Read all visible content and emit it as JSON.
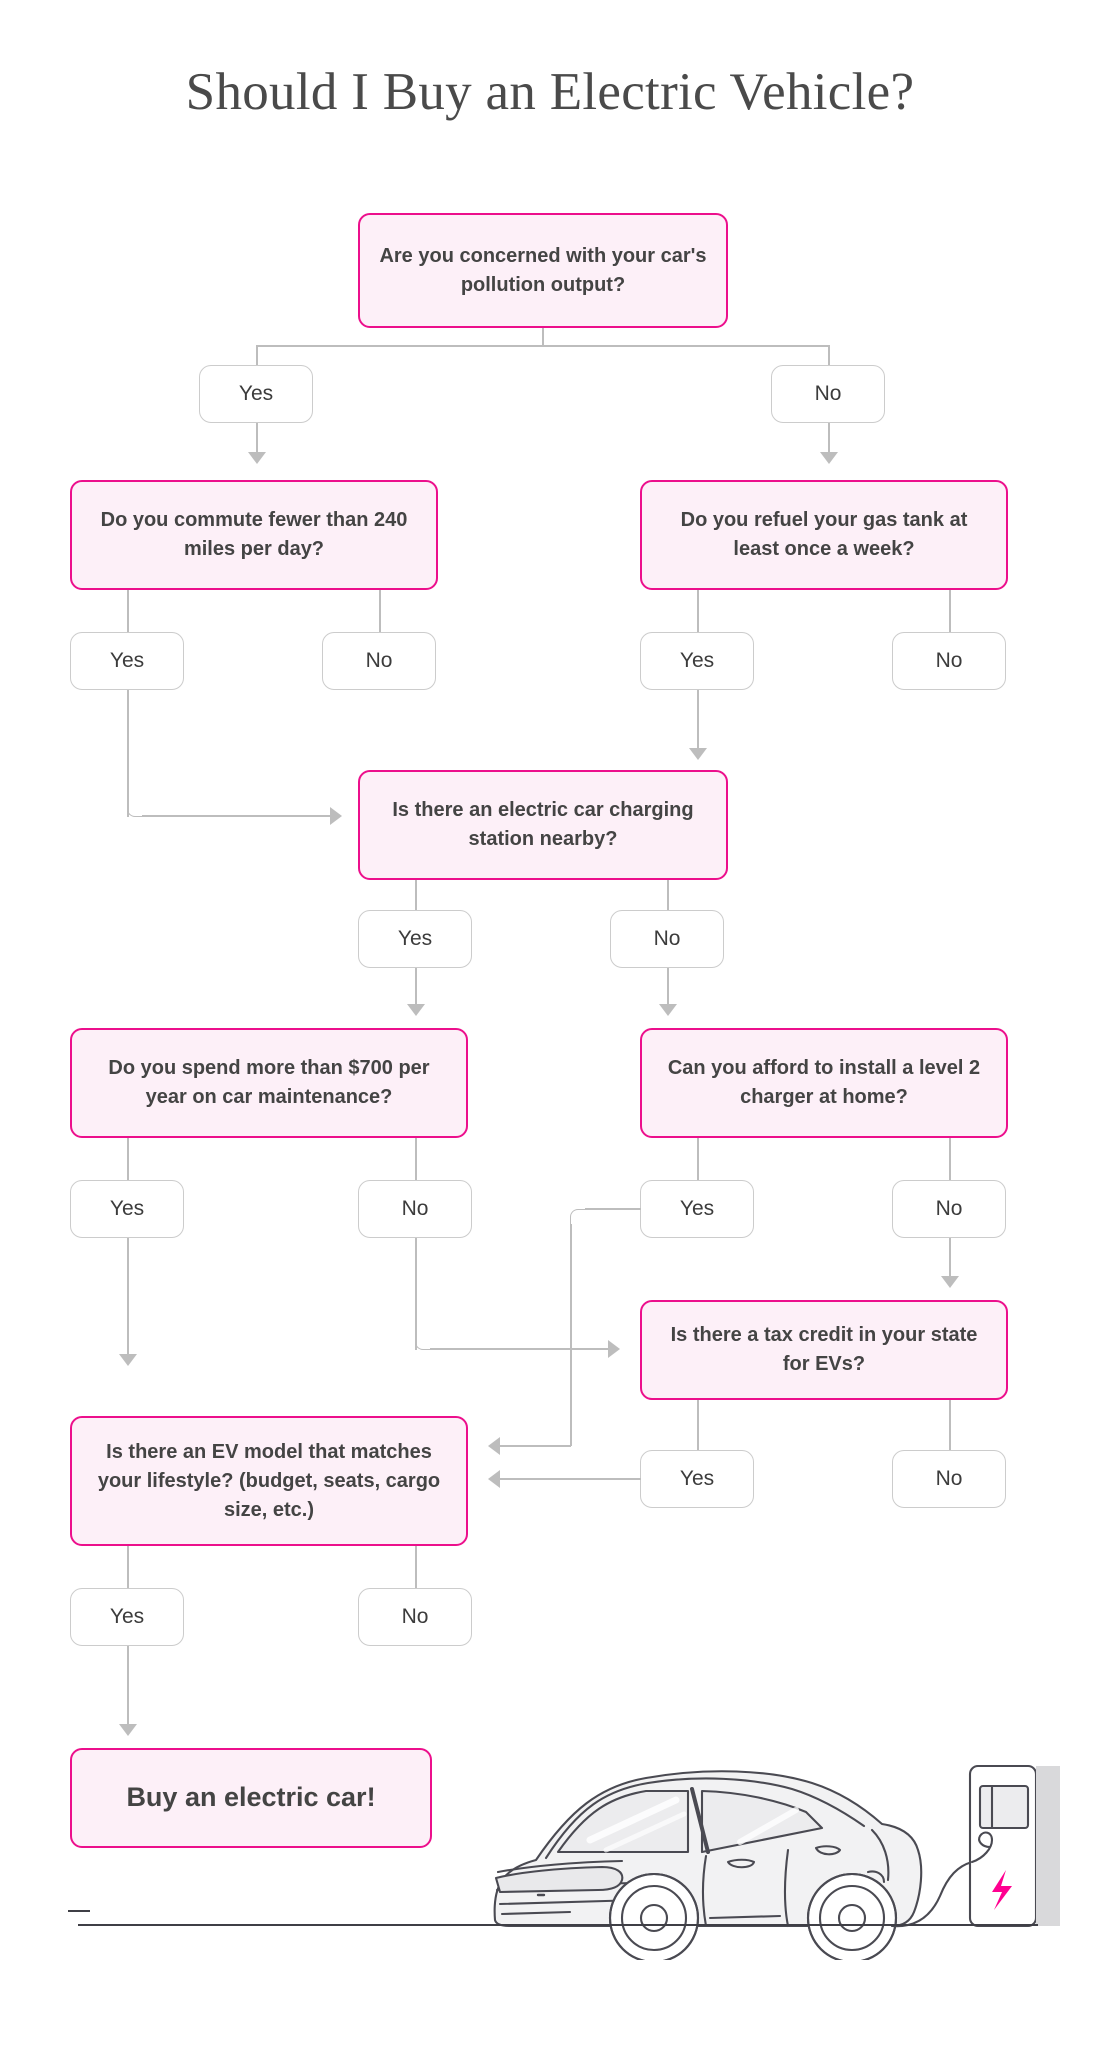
{
  "title": "Should I Buy an Electric Vehicle?",
  "colors": {
    "question_border": "#ec0f8c",
    "question_fill": "#fdf0f8",
    "answer_border": "#cccccc",
    "connector": "#bdbdbd",
    "text": "#444444",
    "bolt": "#ff0090"
  },
  "labels": {
    "yes": "Yes",
    "no": "No"
  },
  "nodes": {
    "q1": "Are you concerned with your car's pollution output?",
    "q1_yes": "Yes",
    "q1_no": "No",
    "q2_left": "Do you commute fewer than 240 miles per day?",
    "q2_left_yes": "Yes",
    "q2_left_no": "No",
    "q2_right": "Do you refuel your gas tank at least once a week?",
    "q2_right_yes": "Yes",
    "q2_right_no": "No",
    "q3": "Is there an electric car charging station nearby?",
    "q3_yes": "Yes",
    "q3_no": "No",
    "q4_left": "Do you spend more than $700 per year on car maintenance?",
    "q4_left_yes": "Yes",
    "q4_left_no": "No",
    "q4_right": "Can you afford to install a level 2 charger at home?",
    "q4_right_yes": "Yes",
    "q4_right_no": "No",
    "q5": "Is there a tax credit in your state for EVs?",
    "q5_yes": "Yes",
    "q5_no": "No",
    "q6": "Is there an EV model that matches your lifestyle? (budget, seats, cargo size, etc.)",
    "q6_yes": "Yes",
    "q6_no": "No",
    "result": "Buy an electric car!"
  },
  "illustration": {
    "name": "electric-car-charging-illustration",
    "bolt_symbol": "⚡"
  },
  "chart_data": {
    "type": "diagram",
    "title": "Should I Buy an Electric Vehicle?",
    "diagram_kind": "decision-flowchart",
    "steps": [
      {
        "id": "q1",
        "text": "Are you concerned with your car's pollution output?",
        "yes": "q2_left",
        "no": "q2_right"
      },
      {
        "id": "q2_left",
        "text": "Do you commute fewer than 240 miles per day?",
        "yes": "q3",
        "no": null
      },
      {
        "id": "q2_right",
        "text": "Do you refuel your gas tank at least once a week?",
        "yes": "q3",
        "no": null
      },
      {
        "id": "q3",
        "text": "Is there an electric car charging station nearby?",
        "yes": "q4_left",
        "no": "q4_right"
      },
      {
        "id": "q4_left",
        "text": "Do you spend more than $700 per year on car maintenance?",
        "yes": "q6",
        "no": "q5"
      },
      {
        "id": "q4_right",
        "text": "Can you afford to install a level 2 charger at home?",
        "yes": "q6",
        "no": "q5"
      },
      {
        "id": "q5",
        "text": "Is there a tax credit in your state for EVs?",
        "yes": "q6",
        "no": null
      },
      {
        "id": "q6",
        "text": "Is there an EV model that matches your lifestyle? (budget, seats, cargo size, etc.)",
        "yes": "result",
        "no": null
      },
      {
        "id": "result",
        "text": "Buy an electric car!",
        "terminal": true
      }
    ]
  }
}
